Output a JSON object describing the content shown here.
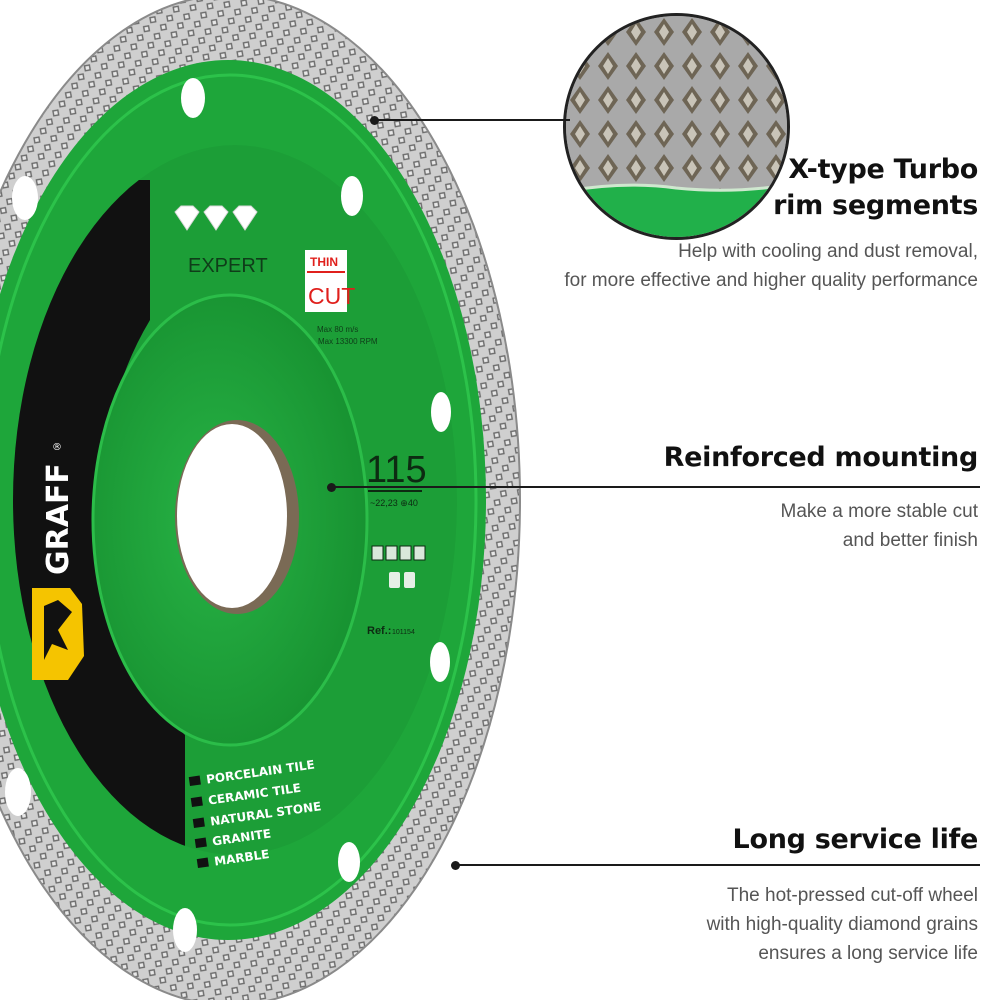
{
  "features": [
    {
      "title_lines": [
        "X-type Turbo",
        "rim segments"
      ],
      "desc_lines": [
        "Help with cooling and dust removal,",
        "for more effective and higher quality performance"
      ]
    },
    {
      "title_lines": [
        "Reinforced mounting"
      ],
      "desc_lines": [
        "Make a more stable cut",
        "and better finish"
      ]
    },
    {
      "title_lines": [
        "Long service life"
      ],
      "desc_lines": [
        "The hot-pressed cut-off wheel",
        "with high-quality diamond grains",
        "ensures a long service life"
      ]
    }
  ],
  "disc": {
    "brand": "GRAFF",
    "registered": "®",
    "grade": "EXPERT",
    "badge_top": "THIN",
    "badge_bottom": "CUT",
    "speed_line1": "Max 80 m/s",
    "speed_line2": "Max 13300 RPM",
    "size": "115",
    "bore": "~22,23 ⊕40",
    "ref_label": "Ref.:",
    "ref_value": "101154",
    "materials": [
      "PORCELAIN TILE",
      "CERAMIC TILE",
      "NATURAL STONE",
      "GRANITE",
      "MARBLE"
    ]
  },
  "colors": {
    "disc_green": "#1fa83a",
    "disc_green_dark": "#158a2c",
    "label_black": "#111111",
    "brand_yellow": "#f5c400",
    "badge_red": "#e0201c"
  },
  "icons": [
    "diamond-icon",
    "diamond-icon",
    "diamond-icon",
    "graff-logo-icon",
    "material-tile-icon"
  ]
}
